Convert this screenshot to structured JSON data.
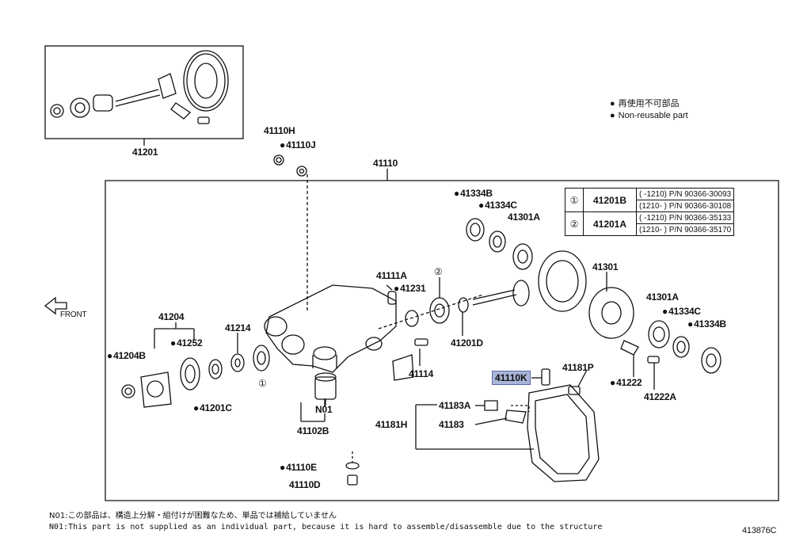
{
  "labels": {
    "top_assembly": "41201",
    "part_41110H": "41110H",
    "part_41110J": "41110J",
    "part_41110": "41110",
    "part_41334B_top": "41334B",
    "part_41334C_top": "41334C",
    "part_41301A_top": "41301A",
    "part_41301": "41301",
    "part_41111A": "41111A",
    "part_41231": "41231",
    "part_41204": "41204",
    "part_41214": "41214",
    "part_41252": "41252",
    "part_41204B": "41204B",
    "part_41201C": "41201C",
    "part_41201D": "41201D",
    "part_41114": "41114",
    "part_41301A_right": "41301A",
    "part_41334C_right": "41334C",
    "part_41334B_right": "41334B",
    "part_41222": "41222",
    "part_41222A": "41222A",
    "part_41181P": "41181P",
    "part_41183A": "41183A",
    "part_41181H": "41181H",
    "part_41183": "41183",
    "part_N01": "N01",
    "part_41102B": "41102B",
    "part_41110E": "41110E",
    "part_41110D": "41110D",
    "circle_1": "①",
    "circle_2": "②",
    "front": "FRONT"
  },
  "highlight": {
    "label": "41110K",
    "color": "#a9b4d8"
  },
  "legend": {
    "jp": "再使用不可部品",
    "en": "Non-reusable part"
  },
  "table": {
    "rows": [
      {
        "marker": "①",
        "part": "41201B",
        "entries": [
          "(     -1210) P/N 90366-30093",
          "(1210-     ) P/N 90366-30108"
        ]
      },
      {
        "marker": "②",
        "part": "41201A",
        "entries": [
          "(     -1210) P/N 90366-35133",
          "(1210-     ) P/N 90366-35170"
        ]
      }
    ]
  },
  "notes": {
    "jp": "N01:この部品は、構造上分解・組付けが困難なため、単品では補給していません",
    "en": "N01:This part is not supplied as an individual part, because it is hard to assemble/disassemble due to the structure"
  },
  "figure_code": "413876C"
}
